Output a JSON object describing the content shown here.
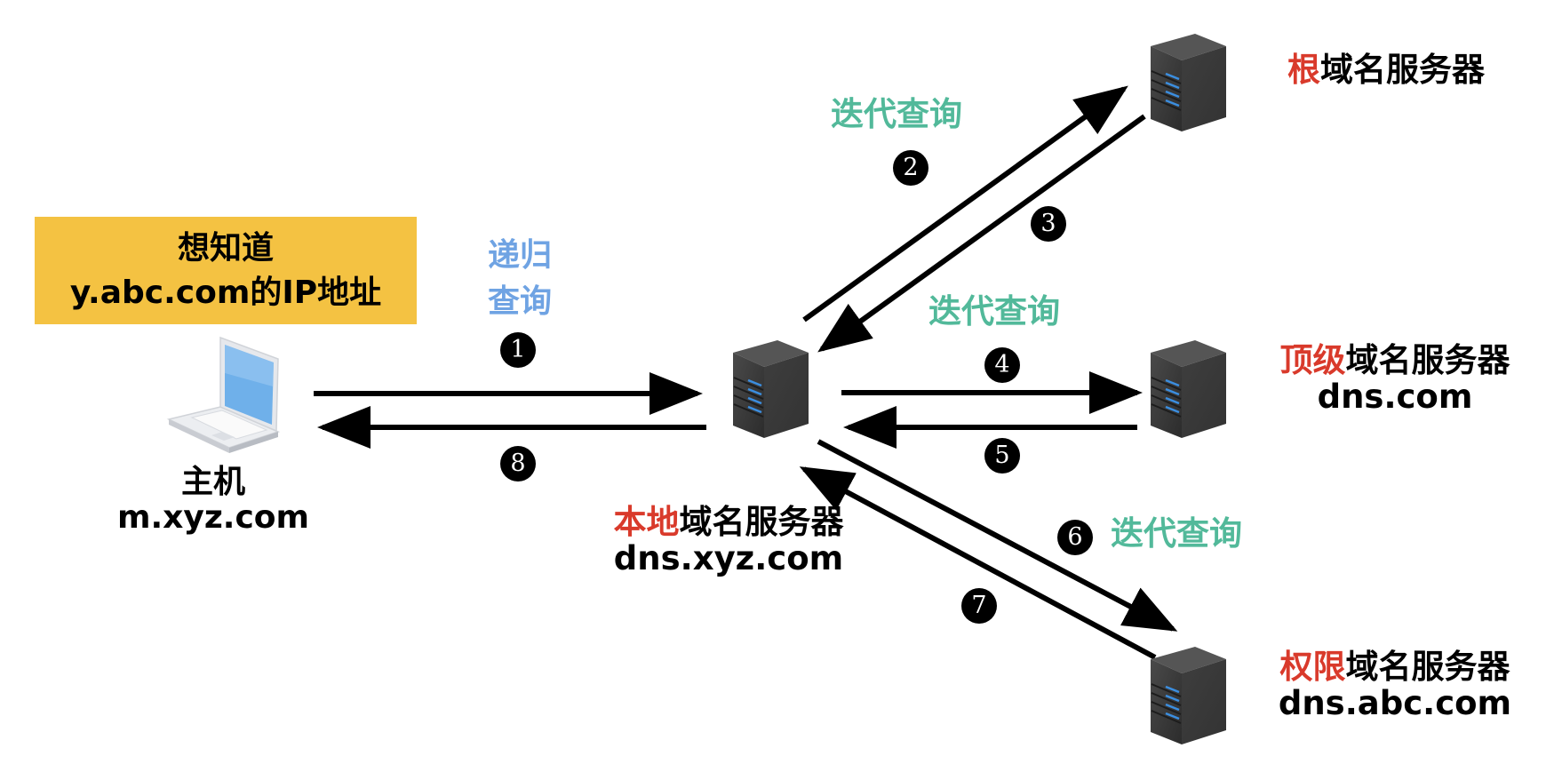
{
  "goal": {
    "line1": "想知道",
    "line2": "y.abc.com的IP地址"
  },
  "host": {
    "name": "主机",
    "domain": "m.xyz.com",
    "icon": "laptop-icon"
  },
  "local_server": {
    "prefix": "本地",
    "suffix": "域名服务器",
    "domain": "dns.xyz.com",
    "icon": "server-icon"
  },
  "root_server": {
    "prefix": "根",
    "suffix": "域名服务器",
    "icon": "server-icon"
  },
  "tld_server": {
    "prefix": "顶级",
    "suffix": "域名服务器",
    "domain": "dns.com",
    "icon": "server-icon"
  },
  "auth_server": {
    "prefix": "权限",
    "suffix": "域名服务器",
    "domain": "dns.abc.com",
    "icon": "server-icon"
  },
  "query_labels": {
    "recursive_line1": "递归",
    "recursive_line2": "查询",
    "iterative_root": "迭代查询",
    "iterative_tld": "迭代查询",
    "iterative_auth": "迭代查询"
  },
  "steps": [
    "1",
    "2",
    "3",
    "4",
    "5",
    "6",
    "7",
    "8"
  ],
  "colors": {
    "highlight_red": "#d93a2b",
    "iterative_green": "#52b99a",
    "recursive_blue": "#6fa3e3",
    "goal_box_yellow": "#f4c242",
    "server_body": "#3a3a3a",
    "server_led": "#3b8ee0",
    "laptop_screen": "#6fb0ea"
  }
}
